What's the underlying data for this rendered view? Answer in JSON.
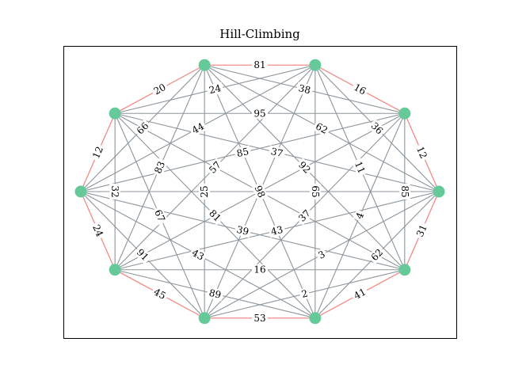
{
  "title": "Hill-Climbing",
  "colors": {
    "node": "#66c99a",
    "edge_default": "#8c959c",
    "edge_route": "#f08c84",
    "label_text": "#000000"
  },
  "graph": {
    "node_count": 10,
    "edges": [
      {
        "a": 0,
        "b": 1,
        "w": "81",
        "route": true
      },
      {
        "a": 1,
        "b": 2,
        "w": "16",
        "route": true
      },
      {
        "a": 2,
        "b": 3,
        "w": "12",
        "route": true
      },
      {
        "a": 3,
        "b": 4,
        "w": "31",
        "route": true
      },
      {
        "a": 4,
        "b": 5,
        "w": "41",
        "route": true
      },
      {
        "a": 5,
        "b": 6,
        "w": "53",
        "route": true
      },
      {
        "a": 6,
        "b": 7,
        "w": "45",
        "route": true
      },
      {
        "a": 7,
        "b": 8,
        "w": "24",
        "route": true
      },
      {
        "a": 8,
        "b": 9,
        "w": "12",
        "route": true
      },
      {
        "a": 9,
        "b": 0,
        "w": "20",
        "route": true
      },
      {
        "a": 0,
        "b": 2,
        "w": "38",
        "route": false
      },
      {
        "a": 1,
        "b": 3,
        "w": "36",
        "route": false
      },
      {
        "a": 2,
        "b": 4,
        "w": "85",
        "route": false
      },
      {
        "a": 3,
        "b": 5,
        "w": "62",
        "route": false
      },
      {
        "a": 4,
        "b": 6,
        "w": "2",
        "route": false
      },
      {
        "a": 5,
        "b": 7,
        "w": "89",
        "route": false
      },
      {
        "a": 6,
        "b": 8,
        "w": "91",
        "route": false
      },
      {
        "a": 7,
        "b": 9,
        "w": "32",
        "route": false
      },
      {
        "a": 8,
        "b": 0,
        "w": "66",
        "route": false
      },
      {
        "a": 9,
        "b": 1,
        "w": "24",
        "route": false
      },
      {
        "a": 0,
        "b": 3,
        "w": "62",
        "route": false
      },
      {
        "a": 1,
        "b": 4,
        "w": "11",
        "route": false
      },
      {
        "a": 2,
        "b": 5,
        "w": "4",
        "route": false
      },
      {
        "a": 3,
        "b": 6,
        "w": "3",
        "route": false
      },
      {
        "a": 4,
        "b": 7,
        "w": "16",
        "route": false
      },
      {
        "a": 5,
        "b": 8,
        "w": "43",
        "route": false
      },
      {
        "a": 6,
        "b": 9,
        "w": "67",
        "route": false
      },
      {
        "a": 7,
        "b": 0,
        "w": "83",
        "route": false
      },
      {
        "a": 8,
        "b": 1,
        "w": "44",
        "route": false
      },
      {
        "a": 9,
        "b": 2,
        "w": "95",
        "route": false
      },
      {
        "a": 0,
        "b": 4,
        "w": "92",
        "route": false
      },
      {
        "a": 1,
        "b": 5,
        "w": "65",
        "route": false
      },
      {
        "a": 2,
        "b": 6,
        "w": "37",
        "route": false
      },
      {
        "a": 3,
        "b": 7,
        "w": "43",
        "route": false
      },
      {
        "a": 4,
        "b": 8,
        "w": "39",
        "route": false
      },
      {
        "a": 5,
        "b": 9,
        "w": "81",
        "route": false
      },
      {
        "a": 6,
        "b": 0,
        "w": "25",
        "route": false
      },
      {
        "a": 7,
        "b": 1,
        "w": "57",
        "route": false
      },
      {
        "a": 8,
        "b": 2,
        "w": "85",
        "route": false
      },
      {
        "a": 9,
        "b": 3,
        "w": "37",
        "route": false
      },
      {
        "a": 0,
        "b": 5,
        "w": "98",
        "route": false
      },
      {
        "a": 1,
        "b": 6,
        "w": "",
        "route": false
      },
      {
        "a": 2,
        "b": 7,
        "w": "",
        "route": false
      },
      {
        "a": 3,
        "b": 8,
        "w": "",
        "route": false
      },
      {
        "a": 4,
        "b": 9,
        "w": "",
        "route": false
      }
    ]
  }
}
